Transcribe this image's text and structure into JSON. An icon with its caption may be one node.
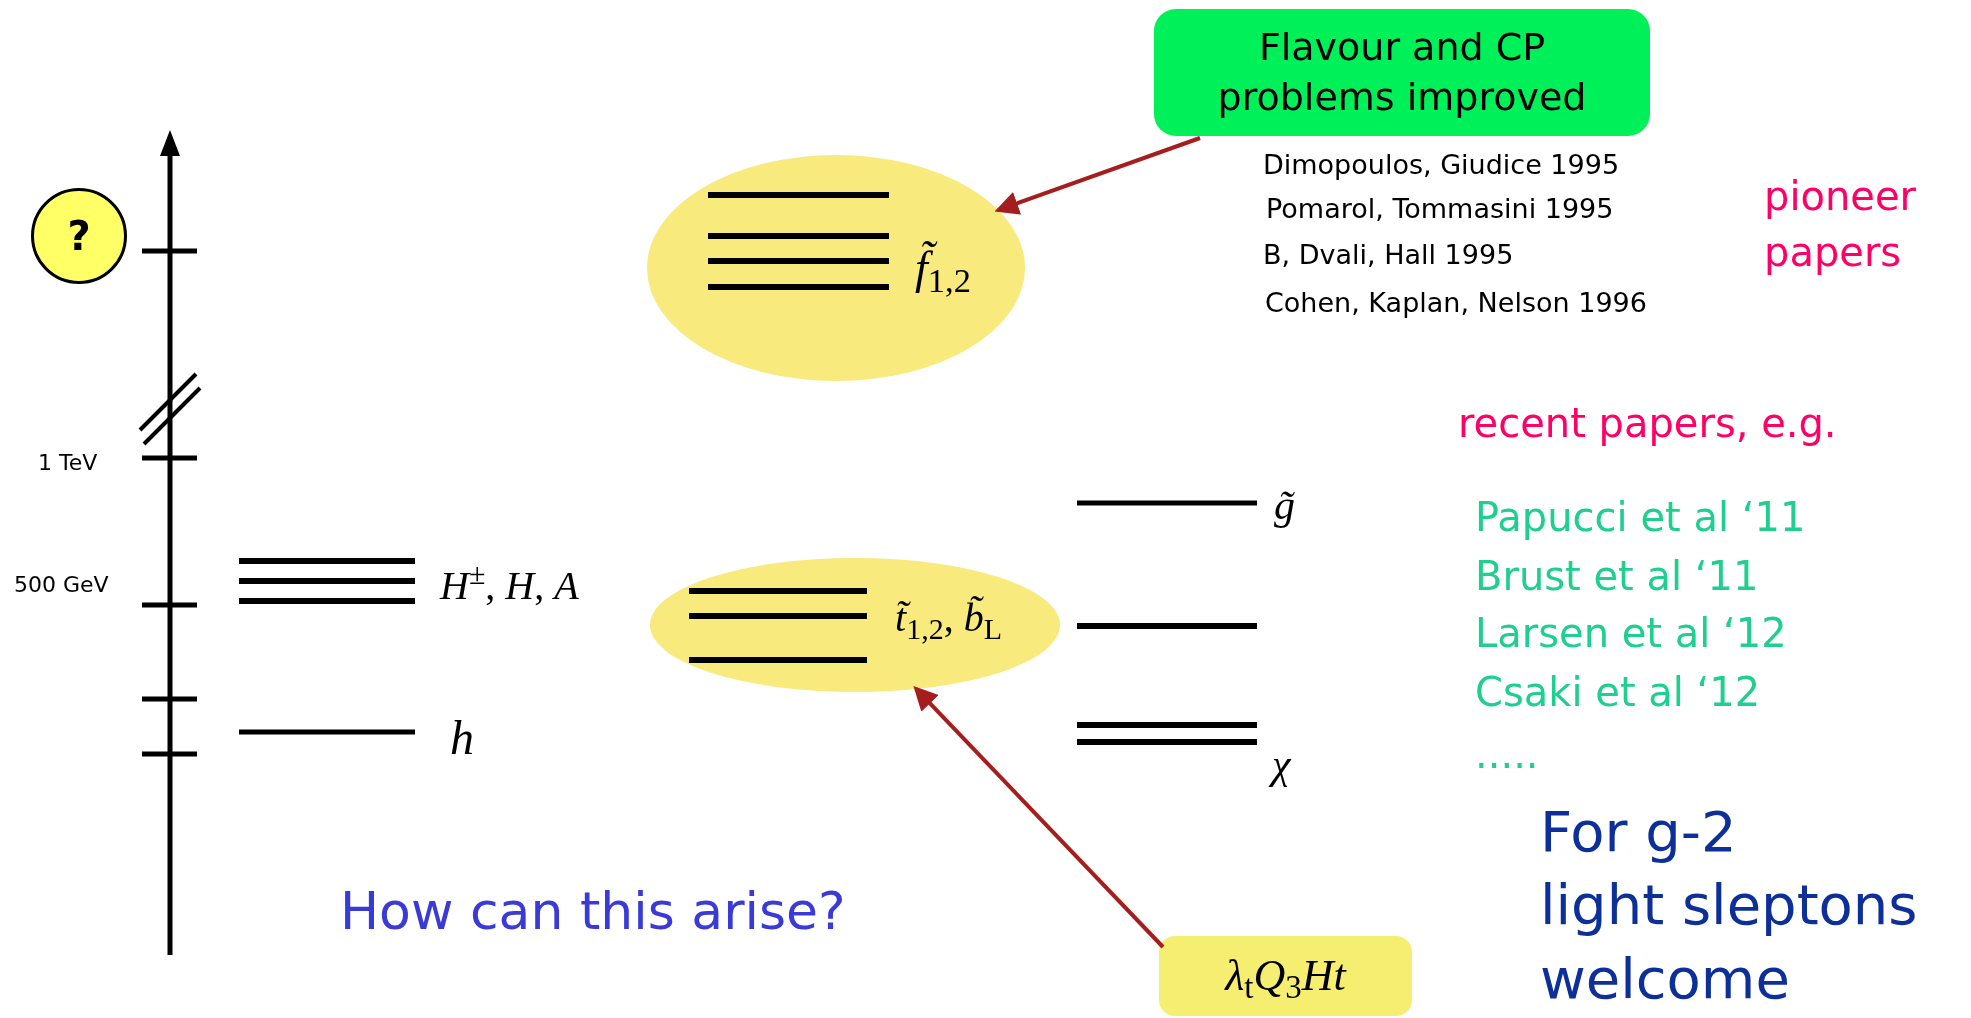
{
  "diagram": {
    "nodes": [
      {
        "text": [
          "?"
        ]
      },
      {
        "text": [
          "Flavour and CP problems improved"
        ]
      },
      {
        "text": [
          "*f̃*$_{1,2}$"
        ]
      },
      {
        "text": [
          "*t̃*$_{1,2}$, *b̃*$_{L}$"
        ]
      },
      {
        "text": [
          "*λ*$_{t}$*Q*$_{3}$*Ht*"
        ]
      }
    ],
    "edges": [
      {
        "from": 1,
        "to": 2,
        "arrow": "to"
      },
      {
        "from": 4,
        "to": 3,
        "arrow": "to"
      }
    ],
    "labels": [
      "1 TeV",
      "500 GeV",
      "*H*$^{±}$, *H*, *A*",
      "*h*",
      "*g̃*",
      "*χ*",
      "Dimopoulos, Giudice 1995",
      "Pomarol, Tommasini 1995",
      "B, Dvali, Hall 1995",
      "Cohen, Kaplan, Nelson 1996",
      "pioneer papers",
      "recent papers, e.g.",
      "Papucci et al ‘11",
      "Brust et al ‘11",
      "Larsen et al ‘12",
      "Csaki et al ‘12",
      ".....",
      "How can this arise?",
      "For g-2",
      "light sleptons welcome"
    ]
  }
}
